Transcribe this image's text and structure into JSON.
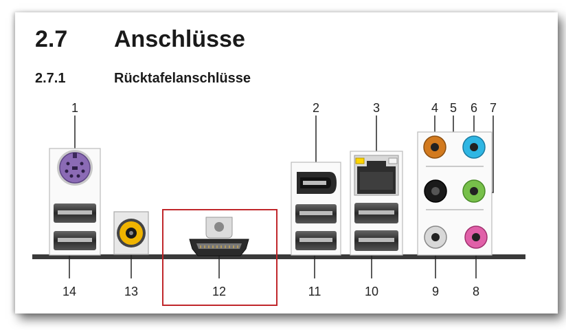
{
  "section": {
    "number": "2.7",
    "title": "Anschlüsse"
  },
  "subsection": {
    "number": "2.7.1",
    "title": "Rücktafelanschlüsse"
  },
  "callouts_top": [
    "1",
    "2",
    "3",
    "4",
    "5",
    "6",
    "7"
  ],
  "callouts_bottom": [
    "14",
    "13",
    "12",
    "11",
    "10",
    "9",
    "8"
  ],
  "colors": {
    "ps2_port": "#8b6bb5",
    "coax_spdif": "#f0b400",
    "audio_orange": "#d27a1e",
    "audio_blue": "#2fb6e3",
    "audio_black": "#1a1a1a",
    "audio_green": "#77c04a",
    "audio_gray": "#d8d8d8",
    "audio_pink": "#e060a8",
    "highlight_box": "#c0262a",
    "lan_led_yellow": "#ffd500"
  },
  "icons": [
    "ps2-port",
    "usb-port",
    "coax-spdif-port",
    "hdmi-port",
    "ieee1394-port",
    "rj45-lan-port",
    "audio-jack"
  ]
}
